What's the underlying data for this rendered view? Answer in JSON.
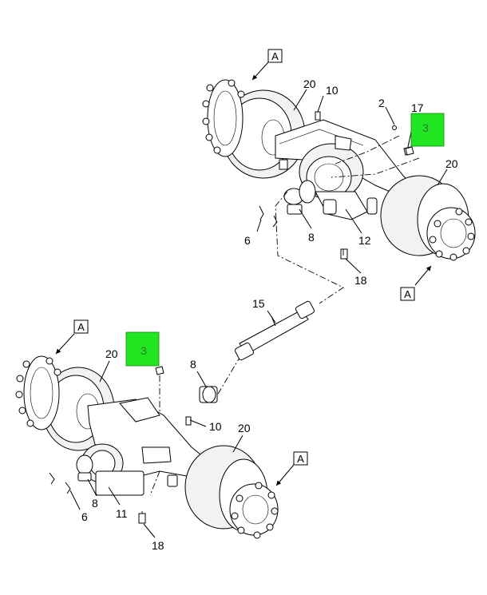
{
  "reference_labels": {
    "top_hub_left": "A",
    "top_hub_right": "A",
    "bottom_hub_left": "A",
    "bottom_hub_right": "A"
  },
  "callouts": {
    "upper_green": "3",
    "lower_green": "3"
  },
  "part_numbers": {
    "p20_top_left": "20",
    "p10_top": "10",
    "p2": "2",
    "p17": "17",
    "p20_top_right": "20",
    "p6_top": "6",
    "p8_top": "8",
    "p12": "12",
    "p18_top": "18",
    "p15": "15",
    "p20_bottom_left": "20",
    "p8_bottom_center": "8",
    "p10_bottom": "10",
    "p20_bottom_right": "20",
    "p8_bottom": "8",
    "p11": "11",
    "p6_bottom": "6",
    "p18_bottom": "18"
  },
  "colors": {
    "callout_fill": "#22e622",
    "line": "#000000"
  }
}
